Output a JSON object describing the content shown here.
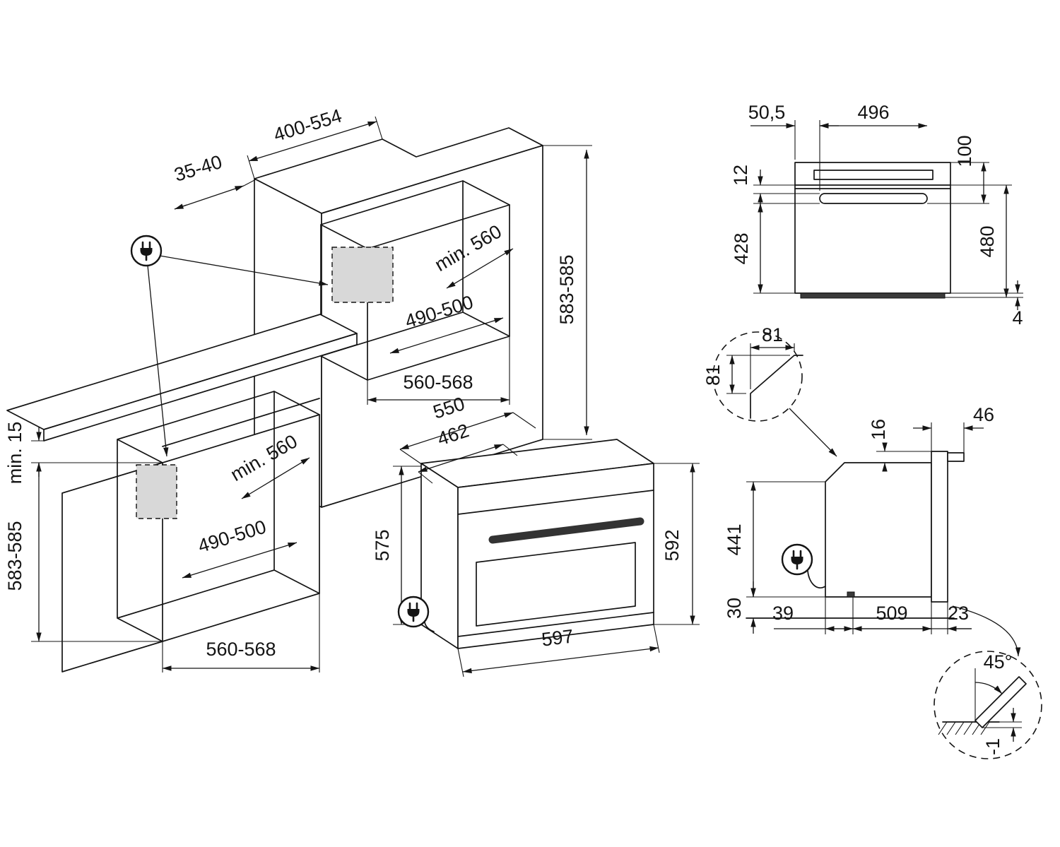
{
  "diagram": {
    "column_niche": {
      "top_width": "400-554",
      "top_offset": "35-40",
      "height": "583-585",
      "depth_min": "min. 560",
      "inner_width": "490-500",
      "niche_width": "560-568"
    },
    "base_niche": {
      "worktop_clearance": "min. 15",
      "height": "583-585",
      "depth_min": "min. 560",
      "inner_width": "490-500",
      "niche_width": "560-568"
    },
    "oven": {
      "depth_total": "550",
      "depth_body": "462",
      "height_body": "575",
      "height_front": "592",
      "width": "597"
    },
    "front_view": {
      "side_offset": "50,5",
      "handle_width": "496",
      "panel_height": "100",
      "gap": "12",
      "door_height": "428",
      "body_height": "480",
      "plinth_height": "4"
    },
    "corner_detail": {
      "cut_width": "81",
      "cut_height": "81"
    },
    "side_view": {
      "top_gap": "16",
      "front_overhang": "46",
      "body_height": "441",
      "bottom_gap": "30",
      "front_inset": "39",
      "body_depth": "509",
      "door_thickness": "23"
    },
    "door_detail": {
      "opening_angle": "45°",
      "floor_clearance": "-1"
    }
  },
  "colors": {
    "line": "#141414",
    "panel_fill": "#d8d8d8",
    "plinth_fill": "#3a3a3a"
  }
}
